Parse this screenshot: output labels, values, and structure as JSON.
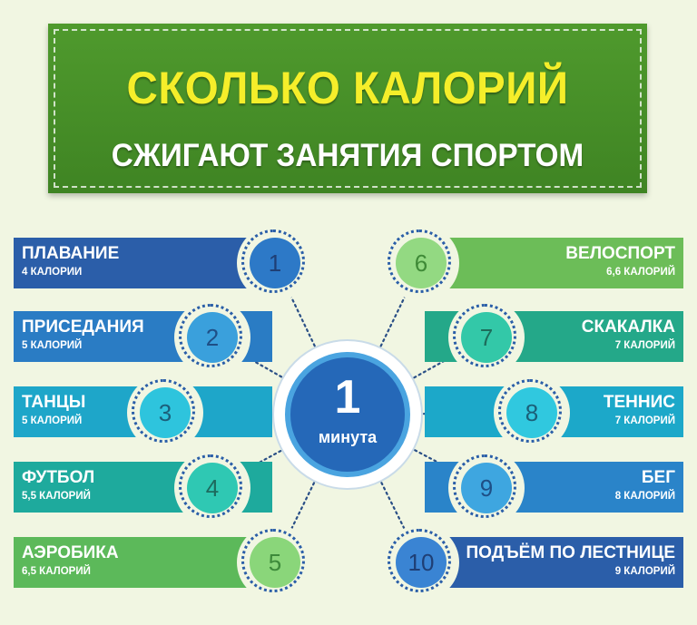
{
  "header": {
    "title": "СКОЛЬКО КАЛОРИЙ",
    "subtitle": "СЖИГАЮТ ЗАНЯТИЯ СПОРТОМ"
  },
  "center": {
    "value": "1",
    "unit": "минута"
  },
  "activities": [
    {
      "number": "1",
      "name": "ПЛАВАНИЕ",
      "calories": "4 КАЛОРИИ",
      "bar_color": "#2b5ea9",
      "disc_color": "#2d79c7",
      "text_color": "#1f3f75"
    },
    {
      "number": "2",
      "name": "ПРИСЕДАНИЯ",
      "calories": "5 КАЛОРИЙ",
      "bar_color": "#2a7cc4",
      "disc_color": "#3aa0dc",
      "text_color": "#1f4f86"
    },
    {
      "number": "3",
      "name": "ТАНЦЫ",
      "calories": "5 КАЛОРИЙ",
      "bar_color": "#1ea6c9",
      "disc_color": "#2ec4dd",
      "text_color": "#1c5f7a"
    },
    {
      "number": "4",
      "name": "ФУТБОЛ",
      "calories": "5,5 КАЛОРИЙ",
      "bar_color": "#1eaa9d",
      "disc_color": "#2fc8b3",
      "text_color": "#1d6a5e"
    },
    {
      "number": "5",
      "name": "АЭРОБИКА",
      "calories": "6,5 КАЛОРИЙ",
      "bar_color": "#5cb95a",
      "disc_color": "#8ad67a",
      "text_color": "#3d8a3a"
    },
    {
      "number": "6",
      "name": "ВЕЛОСПОРТ",
      "calories": "6,6 КАЛОРИЙ",
      "bar_color": "#6cbd58",
      "disc_color": "#93d982",
      "text_color": "#3f8a37"
    },
    {
      "number": "7",
      "name": "СКАКАЛКА",
      "calories": "7 КАЛОРИЙ",
      "bar_color": "#24a889",
      "disc_color": "#33c8a8",
      "text_color": "#1d6d5b"
    },
    {
      "number": "8",
      "name": "ТЕННИС",
      "calories": "7 КАЛОРИЙ",
      "bar_color": "#1ca8c9",
      "disc_color": "#30c8df",
      "text_color": "#1b5f78"
    },
    {
      "number": "9",
      "name": "БЕГ",
      "calories": "8 КАЛОРИЙ",
      "bar_color": "#2a84c9",
      "disc_color": "#3ea6e0",
      "text_color": "#1e4f86"
    },
    {
      "number": "10",
      "name": "ПОДЪЁМ ПО ЛЕСТНИЦЕ",
      "calories": "9 КАЛОРИЙ",
      "bar_color": "#2b5ea9",
      "disc_color": "#3a84d3",
      "text_color": "#1f3f75"
    }
  ]
}
